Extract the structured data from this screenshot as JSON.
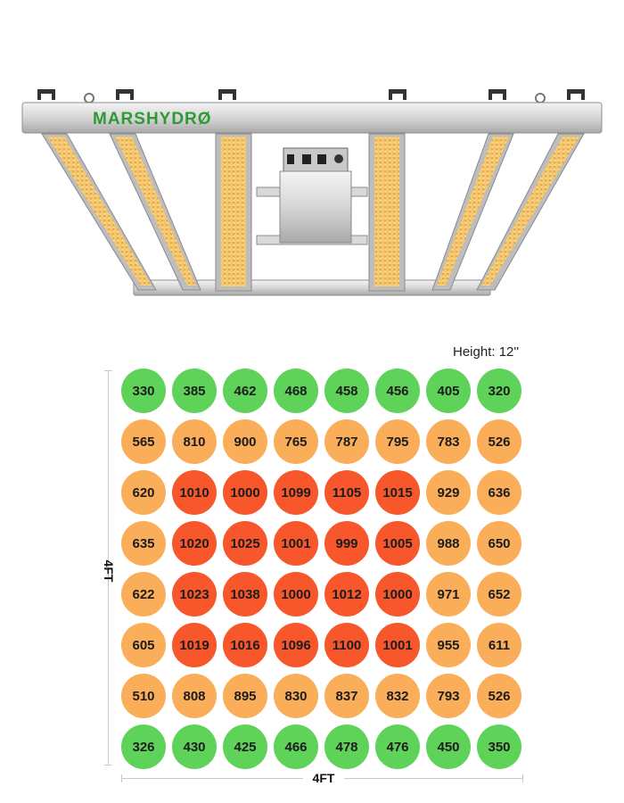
{
  "product": {
    "brand": "MARSHYDRØ",
    "logo_color": "#2f9a35"
  },
  "chart_data": {
    "type": "heatmap",
    "title": "Height: 12''",
    "xlabel": "4FT",
    "ylabel": "4FT",
    "rows": 8,
    "cols": 8,
    "values": [
      [
        330,
        385,
        462,
        468,
        458,
        456,
        405,
        320
      ],
      [
        565,
        810,
        900,
        765,
        787,
        795,
        783,
        526
      ],
      [
        620,
        1010,
        1000,
        1099,
        1105,
        1015,
        929,
        636
      ],
      [
        635,
        1020,
        1025,
        1001,
        999,
        1005,
        988,
        650
      ],
      [
        622,
        1023,
        1038,
        1000,
        1012,
        1000,
        971,
        652
      ],
      [
        605,
        1019,
        1016,
        1096,
        1100,
        1001,
        955,
        611
      ],
      [
        510,
        808,
        895,
        830,
        837,
        832,
        793,
        526
      ],
      [
        326,
        430,
        425,
        466,
        478,
        476,
        450,
        350
      ]
    ],
    "color_scale": [
      {
        "max": 500,
        "color": "#5fd25a"
      },
      {
        "max": 995,
        "color": "#fbae5a"
      },
      {
        "max": 1999,
        "color": "#f7572a"
      }
    ]
  }
}
